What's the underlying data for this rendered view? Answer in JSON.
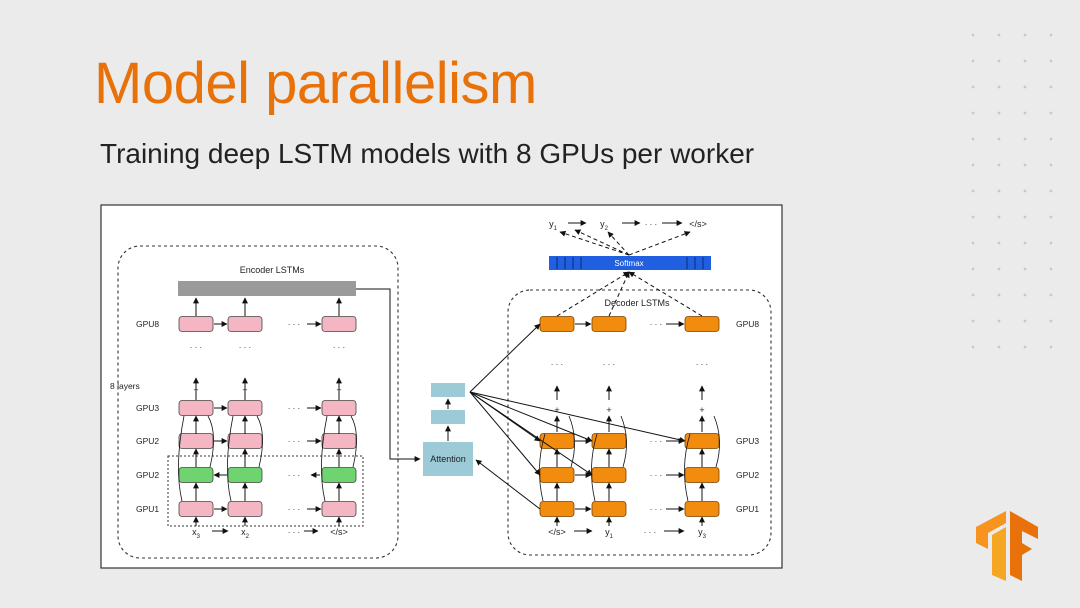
{
  "slide": {
    "title": "Model parallelism",
    "subtitle": "Training deep LSTM models with 8 GPUs per worker"
  },
  "diagram": {
    "encoder": {
      "title": "Encoder LSTMs",
      "layer_count_label": "8 layers",
      "gpu_labels": [
        "GPU8",
        "GPU3",
        "GPU2",
        "GPU2",
        "GPU1"
      ],
      "inputs": [
        "x3",
        "x2",
        "</s>"
      ],
      "dots": "· · ·"
    },
    "attention": {
      "label": "Attention"
    },
    "softmax": {
      "label": "Softmax"
    },
    "decoder": {
      "title": "Decoder LSTMs",
      "gpu_labels": [
        "GPU8",
        "GPU3",
        "GPU2",
        "GPU1"
      ],
      "inputs": [
        "</s>",
        "y1",
        "y3"
      ],
      "outputs": [
        "y1",
        "y2",
        "</s>"
      ],
      "dots": "· · ·"
    },
    "colors": {
      "encoder_cell": "#f4b6c2",
      "encoder_cell_highlight": "#6fd46f",
      "decoder_cell": "#f28c0f",
      "attention": "#9ccad7",
      "softmax": "#1f5fe0",
      "encoder_top_bar": "#9a9a9a"
    }
  },
  "logo": {
    "name": "tensorflow-logo-icon",
    "colors": [
      "#f7931e",
      "#e8710a"
    ]
  }
}
